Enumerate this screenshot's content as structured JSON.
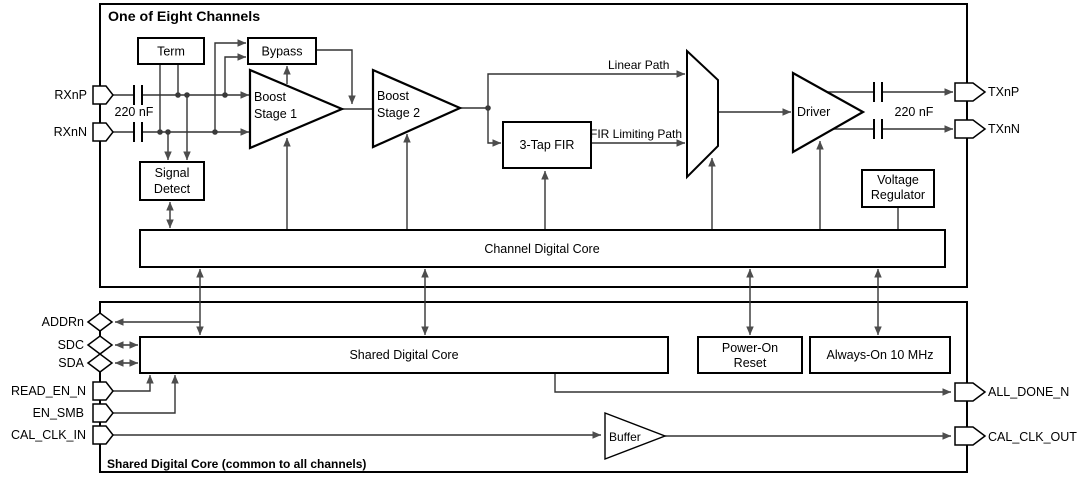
{
  "figure": {
    "title": "One of Eight Channels",
    "footer": "Shared Digital Core (common to all channels)",
    "blocks": {
      "term": "Term",
      "bypass": "Bypass",
      "boost1": {
        "l1": "Boost",
        "l2": "Stage 1"
      },
      "boost2": {
        "l1": "Boost",
        "l2": "Stage 2"
      },
      "signal_detect": {
        "l1": "Signal",
        "l2": "Detect"
      },
      "fir": "3-Tap FIR",
      "driver": "Driver",
      "voltage_regulator": {
        "l1": "Voltage",
        "l2": "Regulator"
      },
      "channel_digital_core": "Channel Digital Core",
      "shared_digital_core": "Shared Digital Core",
      "power_on_reset": {
        "l1": "Power-On",
        "l2": "Reset"
      },
      "always_on": "Always-On 10 MHz",
      "buffer": "Buffer"
    },
    "labels": {
      "linear_path": "Linear Path",
      "fir_limiting_path": "FIR Limiting Path",
      "rx_cap": "220 nF",
      "tx_cap": "220 nF"
    },
    "ports": {
      "rxnp": "RXnP",
      "rxnn": "RXnN",
      "txnp": "TXnP",
      "txnn": "TXnN",
      "addrn": "ADDRn",
      "sdc": "SDC",
      "sda": "SDA",
      "read_en_n": "READ_EN_N",
      "en_smb": "EN_SMB",
      "cal_clk_in": "CAL_CLK_IN",
      "all_done_n": "ALL_DONE_N",
      "cal_clk_out": "CAL_CLK_OUT"
    }
  }
}
